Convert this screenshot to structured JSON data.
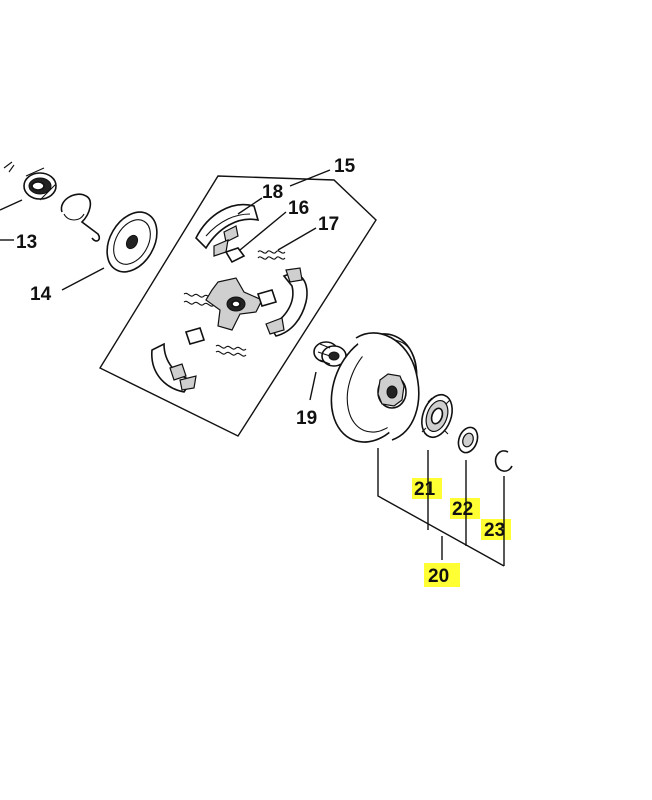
{
  "labels": {
    "p13": "13",
    "p14": "14",
    "p15": "15",
    "p16": "16",
    "p17": "17",
    "p18": "18",
    "p19": "19",
    "p20": "20",
    "p21": "21",
    "p22": "22",
    "p23": "23"
  },
  "colors": {
    "highlight": "#ffff33",
    "line": "#111111",
    "background": "#ffffff"
  }
}
